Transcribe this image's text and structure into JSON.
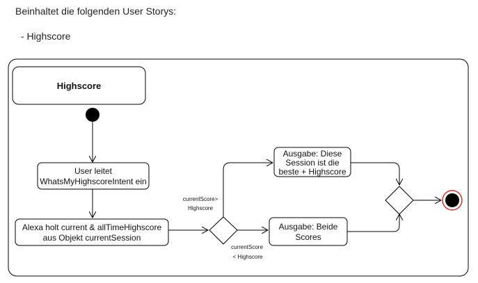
{
  "header": {
    "intro": "Beinhaltet die folgenden User Storys:",
    "story": " - Highscore"
  },
  "diagram": {
    "title": "Highscore",
    "actions": {
      "user_intent": [
        "User leitet",
        "WhatsMyHighscoreIntent ein"
      ],
      "fetch": [
        "Alexa holt current & allTimeHighscore",
        "aus Objekt currentSession"
      ],
      "best": [
        "Ausgabe: Diese",
        "Session ist die",
        "beste + Highscore"
      ],
      "both": [
        "Ausgabe: Beide",
        "Scores"
      ]
    },
    "guards": {
      "greater": [
        "currentScore>",
        "Highscore"
      ],
      "less": [
        "currentScore",
        "< Highscore"
      ]
    },
    "colors": {
      "stroke": "#000000",
      "final_ring": "#d9342b"
    }
  }
}
